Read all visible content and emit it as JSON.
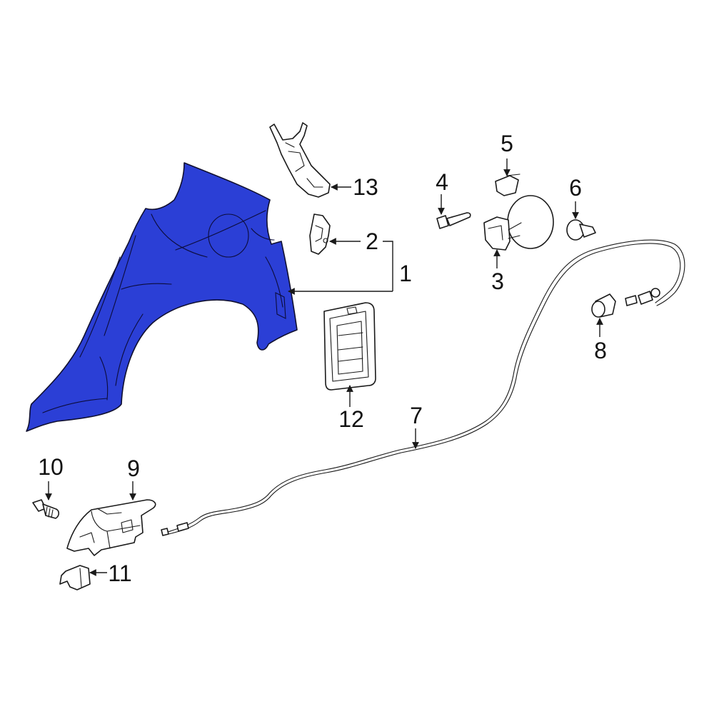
{
  "colors": {
    "highlight": "#2b3fd6",
    "line": "#1a1a1a",
    "background": "#ffffff"
  },
  "callouts": {
    "c1": "1",
    "c2": "2",
    "c3": "3",
    "c4": "4",
    "c5": "5",
    "c6": "6",
    "c7": "7",
    "c8": "8",
    "c9": "9",
    "c10": "10",
    "c11": "11",
    "c12": "12",
    "c13": "13"
  }
}
